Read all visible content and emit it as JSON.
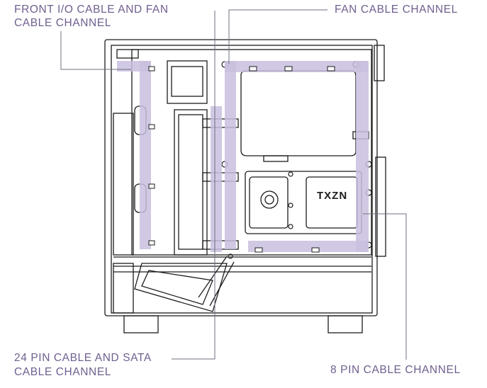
{
  "labels": {
    "front_io_line1": "FRONT I/O CABLE AND FAN",
    "front_io_line2": "CABLE CHANNEL",
    "fan_cable": "FAN CABLE CHANNEL",
    "pin24_line1": "24 PIN CABLE AND SATA",
    "pin24_line2": "CABLE CHANNEL",
    "pin8": "8 PIN CABLE CHANNEL"
  },
  "psu_logo_text": "TXZN",
  "colors": {
    "label_text": "#6f5f8f",
    "leader_line": "#6f6f7f",
    "channel_fill": "#c9c0de",
    "outline": "#1c1c1c"
  }
}
